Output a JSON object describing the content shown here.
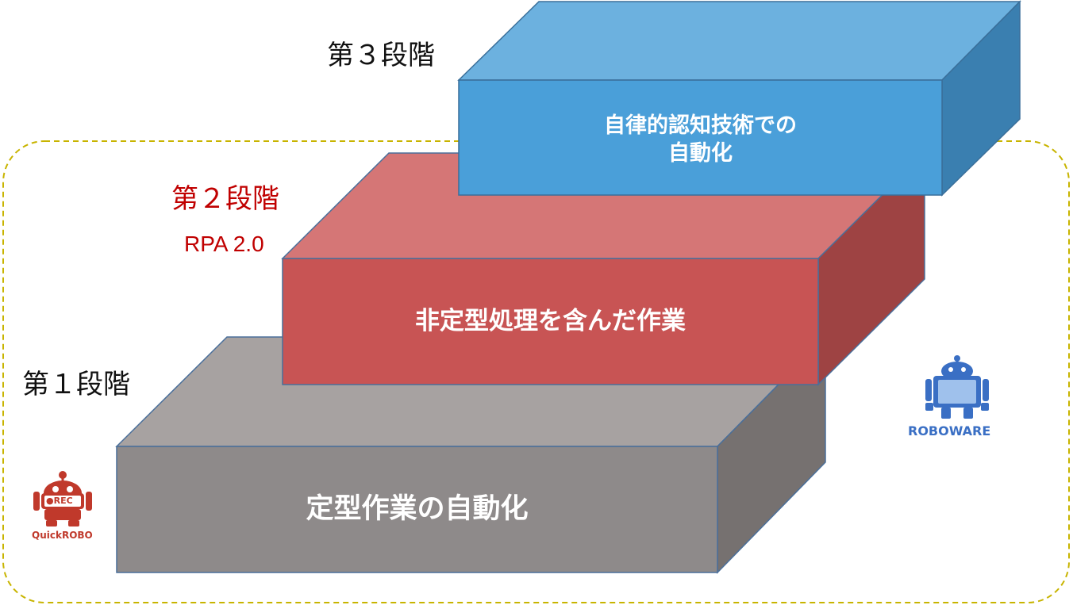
{
  "stages": [
    {
      "label": "第３段階",
      "block_text_line1": "自律的認知技術での",
      "block_text_line2": "自動化",
      "color_front": "#4a9fd9",
      "color_top": "#6cb1df",
      "color_side": "#3a7fb0"
    },
    {
      "label": "第２段階",
      "sub_label": "RPA 2.0",
      "block_text": "非定型処理を含んだ作業",
      "color_front": "#c85454",
      "color_top": "#d57676",
      "color_side": "#9e4343",
      "label_color": "#c00000"
    },
    {
      "label": "第１段階",
      "block_text": "定型作業の自動化",
      "color_front": "#8e8a8a",
      "color_top": "#a7a2a1",
      "color_side": "#767170"
    }
  ],
  "logos": {
    "quickrobo": {
      "badge": "●REC",
      "name": "QuickROBO",
      "color": "#c0392b"
    },
    "roboware": {
      "name": "ROBOWARE",
      "color": "#3a6fc4"
    }
  },
  "region_border_color": "#c8b400"
}
